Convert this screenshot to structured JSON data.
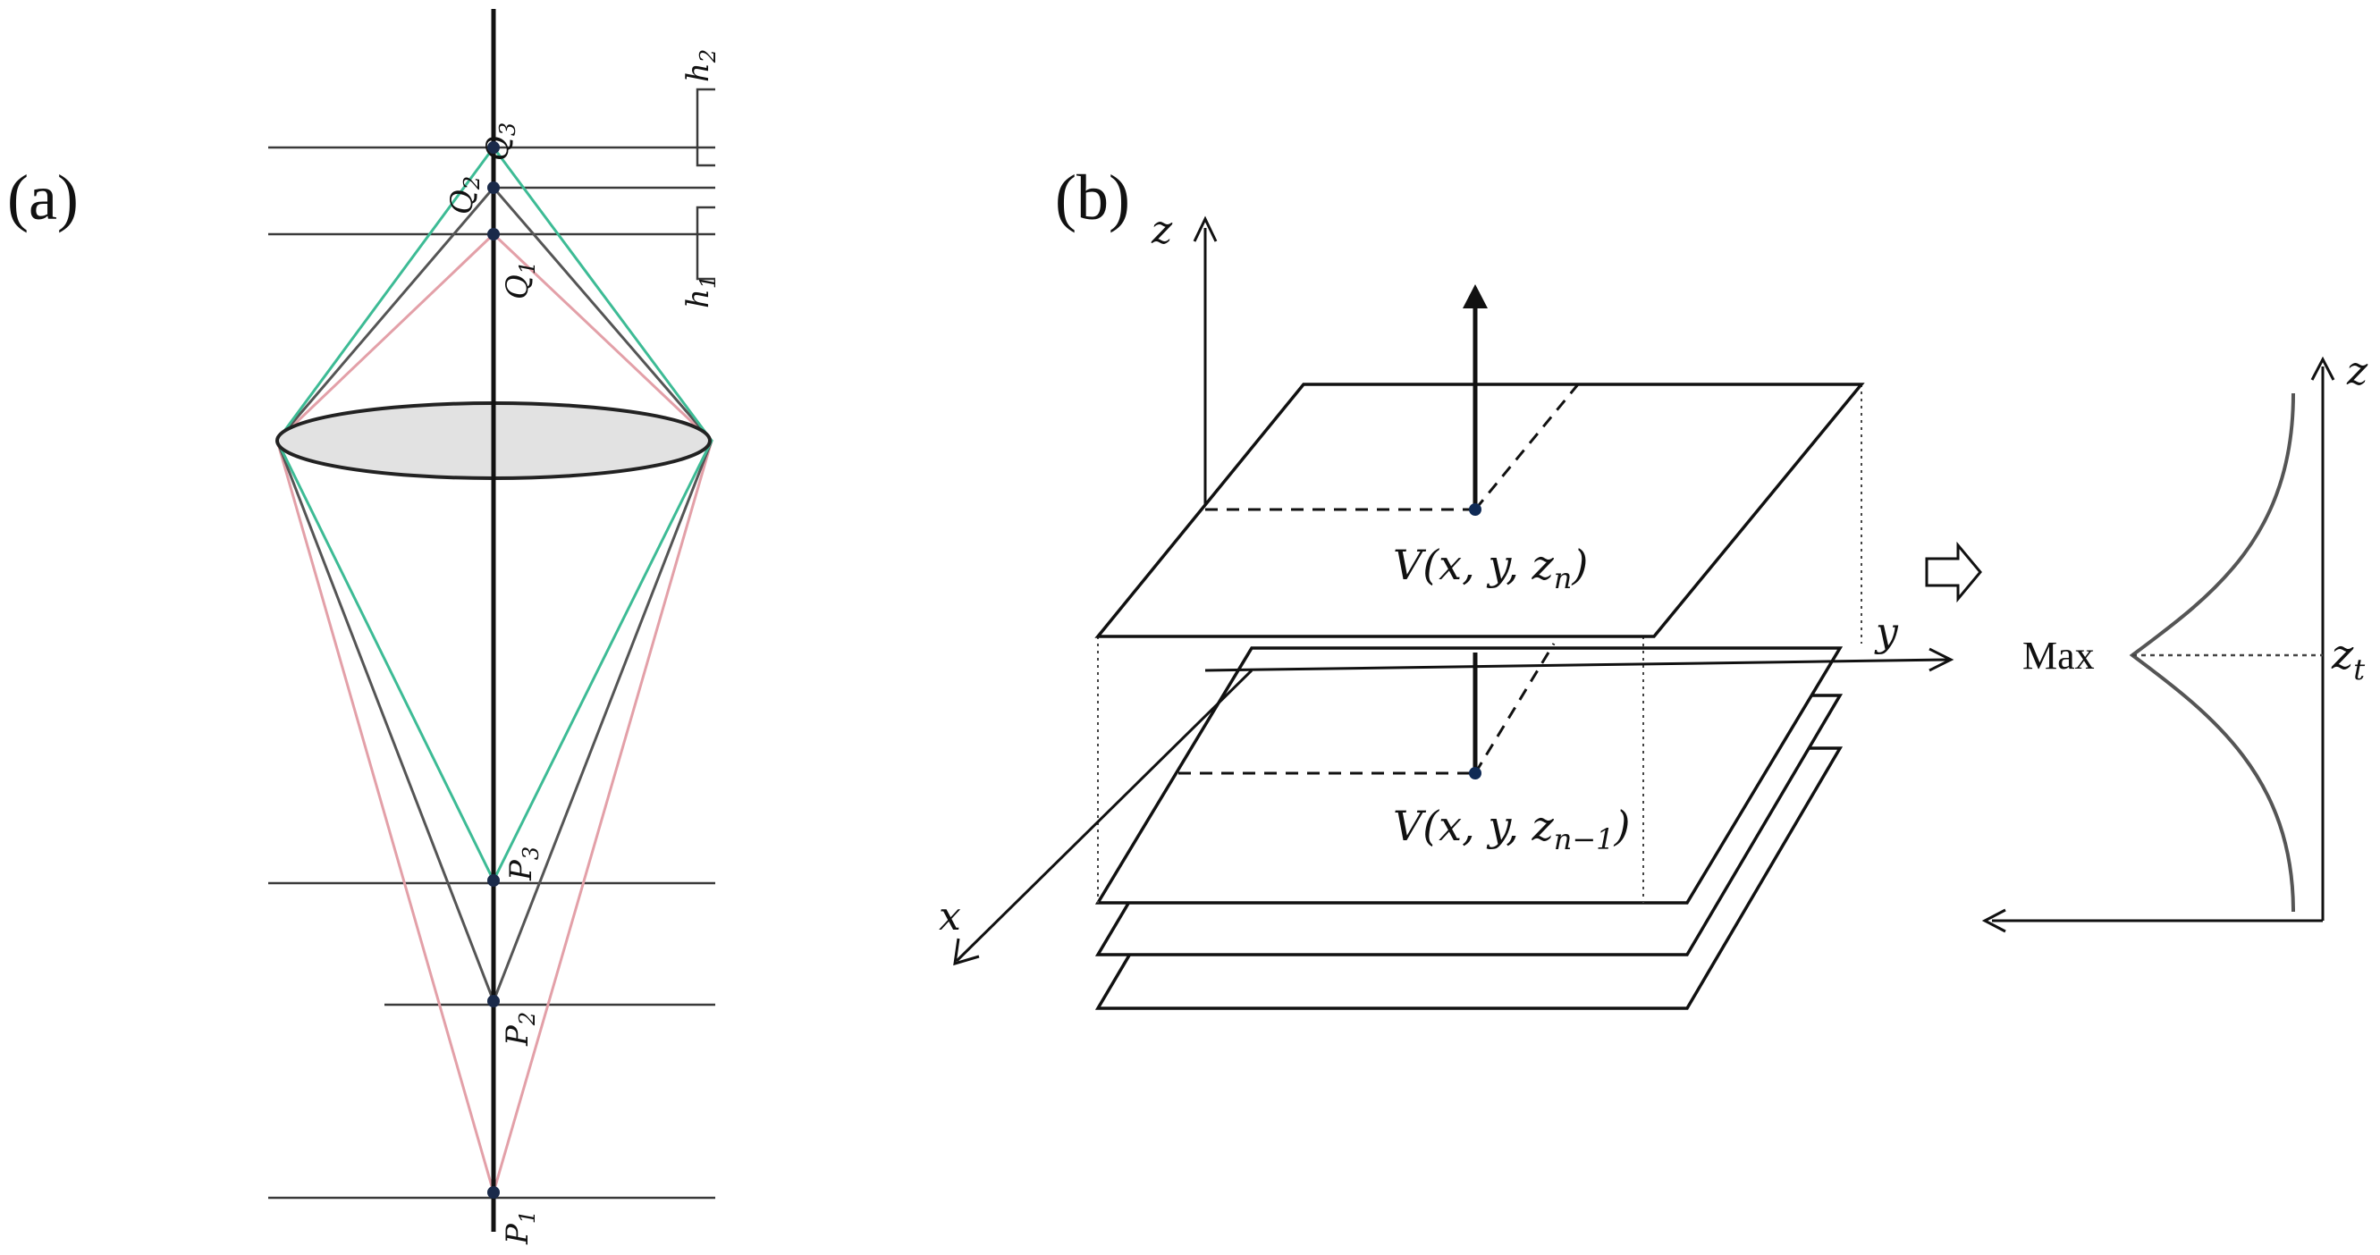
{
  "panel_a": {
    "label": "(a)",
    "points": {
      "q3": "Q",
      "q3_sub": "3",
      "q2": "Q",
      "q2_sub": "2",
      "q1": "Q",
      "q1_sub": "1",
      "p3": "P",
      "p3_sub": "3",
      "p2": "P",
      "p2_sub": "2",
      "p1": "P",
      "p1_sub": "1"
    },
    "heights": {
      "h2": "h",
      "h2_sub": "2",
      "h1": "h",
      "h1_sub": "1"
    },
    "colors": {
      "pink": "#e3a0a8",
      "green": "#3dbb95",
      "gray": "#555555",
      "lens_fill": "#e2e2e2"
    }
  },
  "panel_b": {
    "label": "(b)",
    "axes": {
      "z": "z",
      "y": "y",
      "x": "x"
    },
    "top_point": {
      "prefix": "V(x, y, z",
      "sub": "n",
      "suffix": ")"
    },
    "lower_point": {
      "prefix": "V(x, y, z",
      "sub": "n−1",
      "suffix": ")"
    },
    "profile": {
      "max_label": "Max",
      "z_axis": "z",
      "zt": "z",
      "zt_sub": "t"
    }
  }
}
